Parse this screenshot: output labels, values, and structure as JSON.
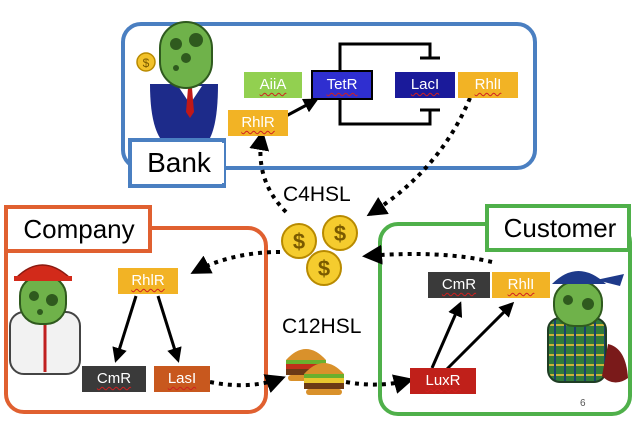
{
  "panels": {
    "bank": {
      "label": "Bank",
      "color": "#4a7fc1"
    },
    "company": {
      "label": "Company",
      "color": "#e06030"
    },
    "customer": {
      "label": "Customer",
      "color": "#4fb04a"
    }
  },
  "genes": {
    "bank_aiia": "AiiA",
    "bank_tetr": "TetR",
    "bank_laci": "LacI",
    "bank_rhli": "RhlI",
    "bank_rhlr": "RhlR",
    "company_rhlr": "RhlR",
    "company_cmr": "CmR",
    "company_lasi": "LasI",
    "customer_cmr": "CmR",
    "customer_rhli": "RhlI",
    "customer_luxr": "LuxR"
  },
  "molecules": {
    "c4hsl": "C4HSL",
    "c12hsl": "C12HSL"
  },
  "icons": {
    "coin_symbol": "$"
  },
  "page_number": "6",
  "colors": {
    "gene_yellow": "#f2b325",
    "gene_green": "#92d050",
    "gene_blue": "#2f2fd0",
    "gene_navy": "#1a1a9a",
    "gene_dark": "#3a3a3a",
    "gene_orange": "#c8581e",
    "gene_red": "#c0201a"
  }
}
